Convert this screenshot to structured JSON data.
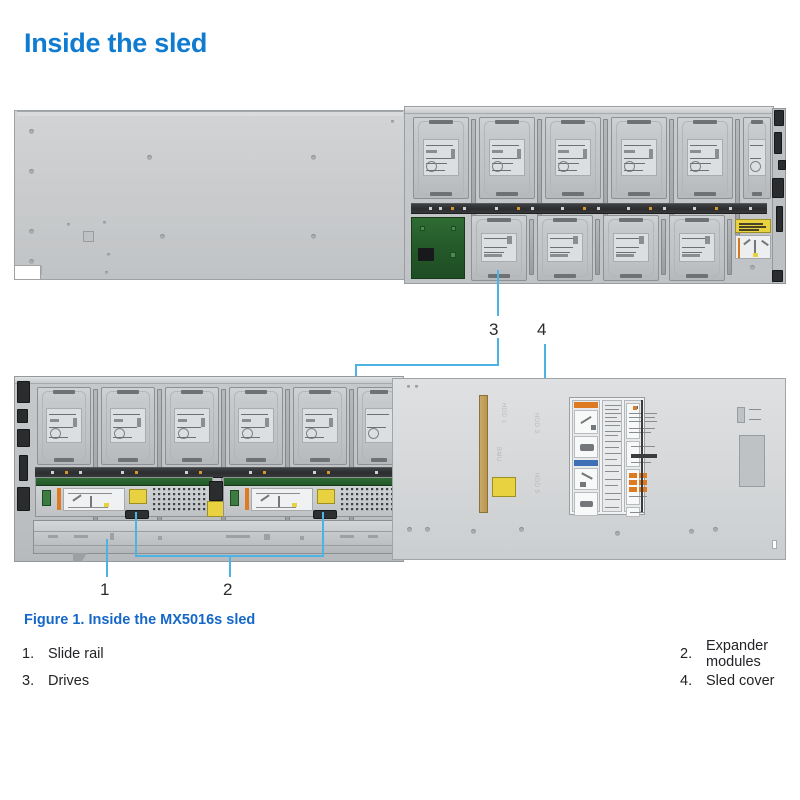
{
  "page": {
    "title": "Inside the sled",
    "title_color": "#0f7bd1",
    "background": "#ffffff"
  },
  "figure": {
    "caption": "Figure 1. Inside the MX5016s sled",
    "caption_color": "#1568c8",
    "callout_color": "#4cb3e4",
    "callouts": [
      {
        "number": "1",
        "target": "slide-rail"
      },
      {
        "number": "2",
        "target": "expander-modules"
      },
      {
        "number": "3",
        "target": "drives"
      },
      {
        "number": "4",
        "target": "sled-cover"
      }
    ]
  },
  "legend": {
    "items": [
      {
        "number": "1.",
        "label": "Slide rail"
      },
      {
        "number": "2.",
        "label": "Expander modules"
      },
      {
        "number": "3.",
        "label": "Drives"
      },
      {
        "number": "4.",
        "label": "Sled cover"
      }
    ]
  },
  "hardware": {
    "top_assembly": {
      "name": "MX5016s sled with cover removed",
      "sled_cover_panel": "sled-cover-outer",
      "drive_rows": [
        {
          "row": "top",
          "drive_count": 6
        },
        {
          "row": "bottom",
          "drive_count": 4
        }
      ],
      "expander_board_color": "#24592a",
      "caution_label_color": "#e8d23f",
      "backplane_color": "#2b2d2f"
    },
    "bottom_assembly": {
      "name": "MX5016s sled with sled cover alongside",
      "drive_rows": [
        {
          "row": "top",
          "drive_count": 6
        }
      ],
      "expander_module_count": 2,
      "slide_rail": "slide-rail",
      "cover_inner": {
        "tan_strip_color": "#b9964f",
        "service_label": "service-instruction-label",
        "yellow_label_color": "#e8d23f"
      }
    }
  }
}
